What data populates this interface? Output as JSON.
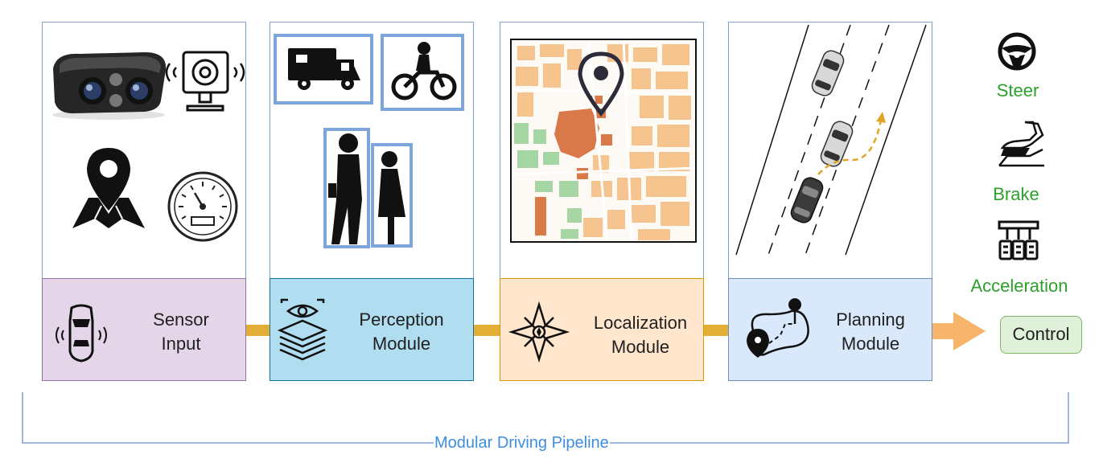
{
  "modules": [
    {
      "label_line1": "Sensor",
      "label_line2": "Input",
      "fill": "#e5d5e9",
      "border": "#9673a6"
    },
    {
      "label_line1": "Perception",
      "label_line2": "Module",
      "fill": "#b1ddf0",
      "border": "#10739e"
    },
    {
      "label_line1": "Localization",
      "label_line2": "Module",
      "fill": "#ffe6cc",
      "border": "#d79b00"
    },
    {
      "label_line1": "Planning",
      "label_line2": "Module",
      "fill": "#dae8fc",
      "border": "#6c8ebf"
    }
  ],
  "control": {
    "items": [
      {
        "label": "Steer",
        "icon": "steering-wheel-icon"
      },
      {
        "label": "Brake",
        "icon": "brake-pedal-icon"
      },
      {
        "label": "Acceleration",
        "icon": "pedals-icon"
      }
    ],
    "box_label": "Control",
    "label_color": "#2ba12b"
  },
  "pipeline_label": "Modular Driving Pipeline",
  "colors": {
    "connector": "#e3ae35",
    "arrow": "#f8b46b",
    "panel_border": "#7f9fcf",
    "pipeline_label": "#3d8ee0"
  }
}
